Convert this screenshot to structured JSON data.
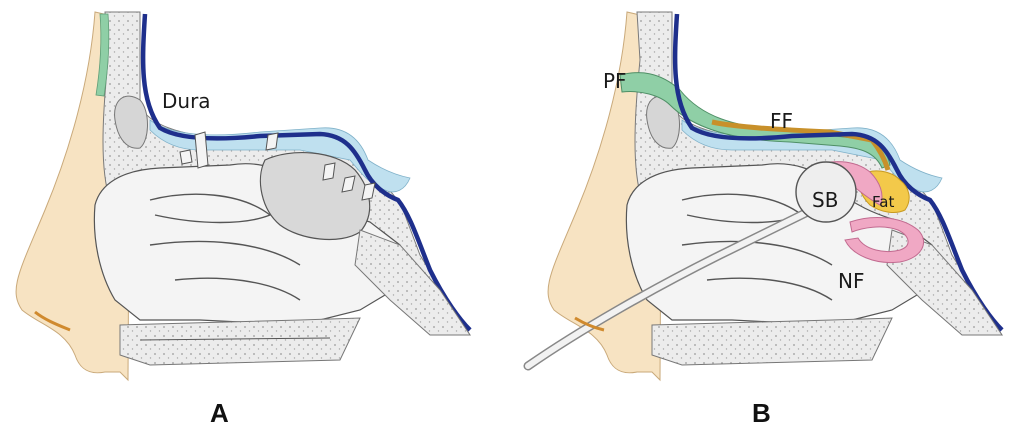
{
  "panels": [
    {
      "id": "A",
      "label": "A",
      "annotations": [
        "Dura"
      ]
    },
    {
      "id": "B",
      "label": "B",
      "annotations": [
        "PF",
        "FF",
        "SB",
        "Fat",
        "NF"
      ]
    }
  ],
  "colors": {
    "skin": "#f7e3c2",
    "bone": "#ebebeb",
    "mucosa_bg": "#f4f4f4",
    "dura": "#1e2f8c",
    "csf": "#bfe0ef",
    "pericranial_flap": "#8fcfa6",
    "fascia": "#c8902a",
    "fat": "#f3c94a",
    "nasoseptal_flap": "#f0a8c4",
    "outline": "#555555"
  }
}
